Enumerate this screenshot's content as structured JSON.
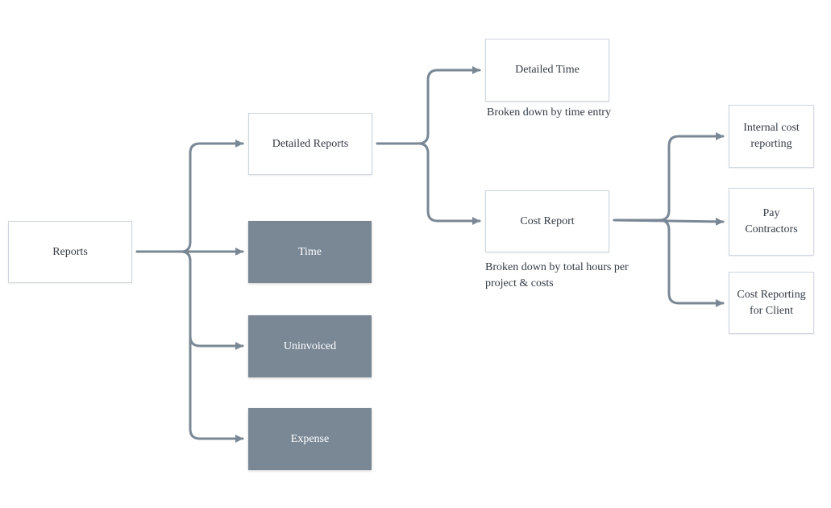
{
  "colors": {
    "connector": "#7a8896",
    "box_border": "#ccd5df",
    "filled_box": "#7a8896",
    "text": "#333b45"
  },
  "nodes": {
    "reports": "Reports",
    "detailed_reports": "Detailed Reports",
    "time": "Time",
    "uninvoiced": "Uninvoiced",
    "expense": "Expense",
    "detailed_time": "Detailed Time",
    "cost_report": "Cost Report",
    "internal_cost_reporting": "Internal cost reporting",
    "pay_contractors": "Pay Contractors",
    "cost_reporting_for_client": "Cost Reporting for Client"
  },
  "notes": {
    "detailed_time": "Broken down by time entry",
    "cost_report": "Broken down by total hours per project & costs"
  }
}
